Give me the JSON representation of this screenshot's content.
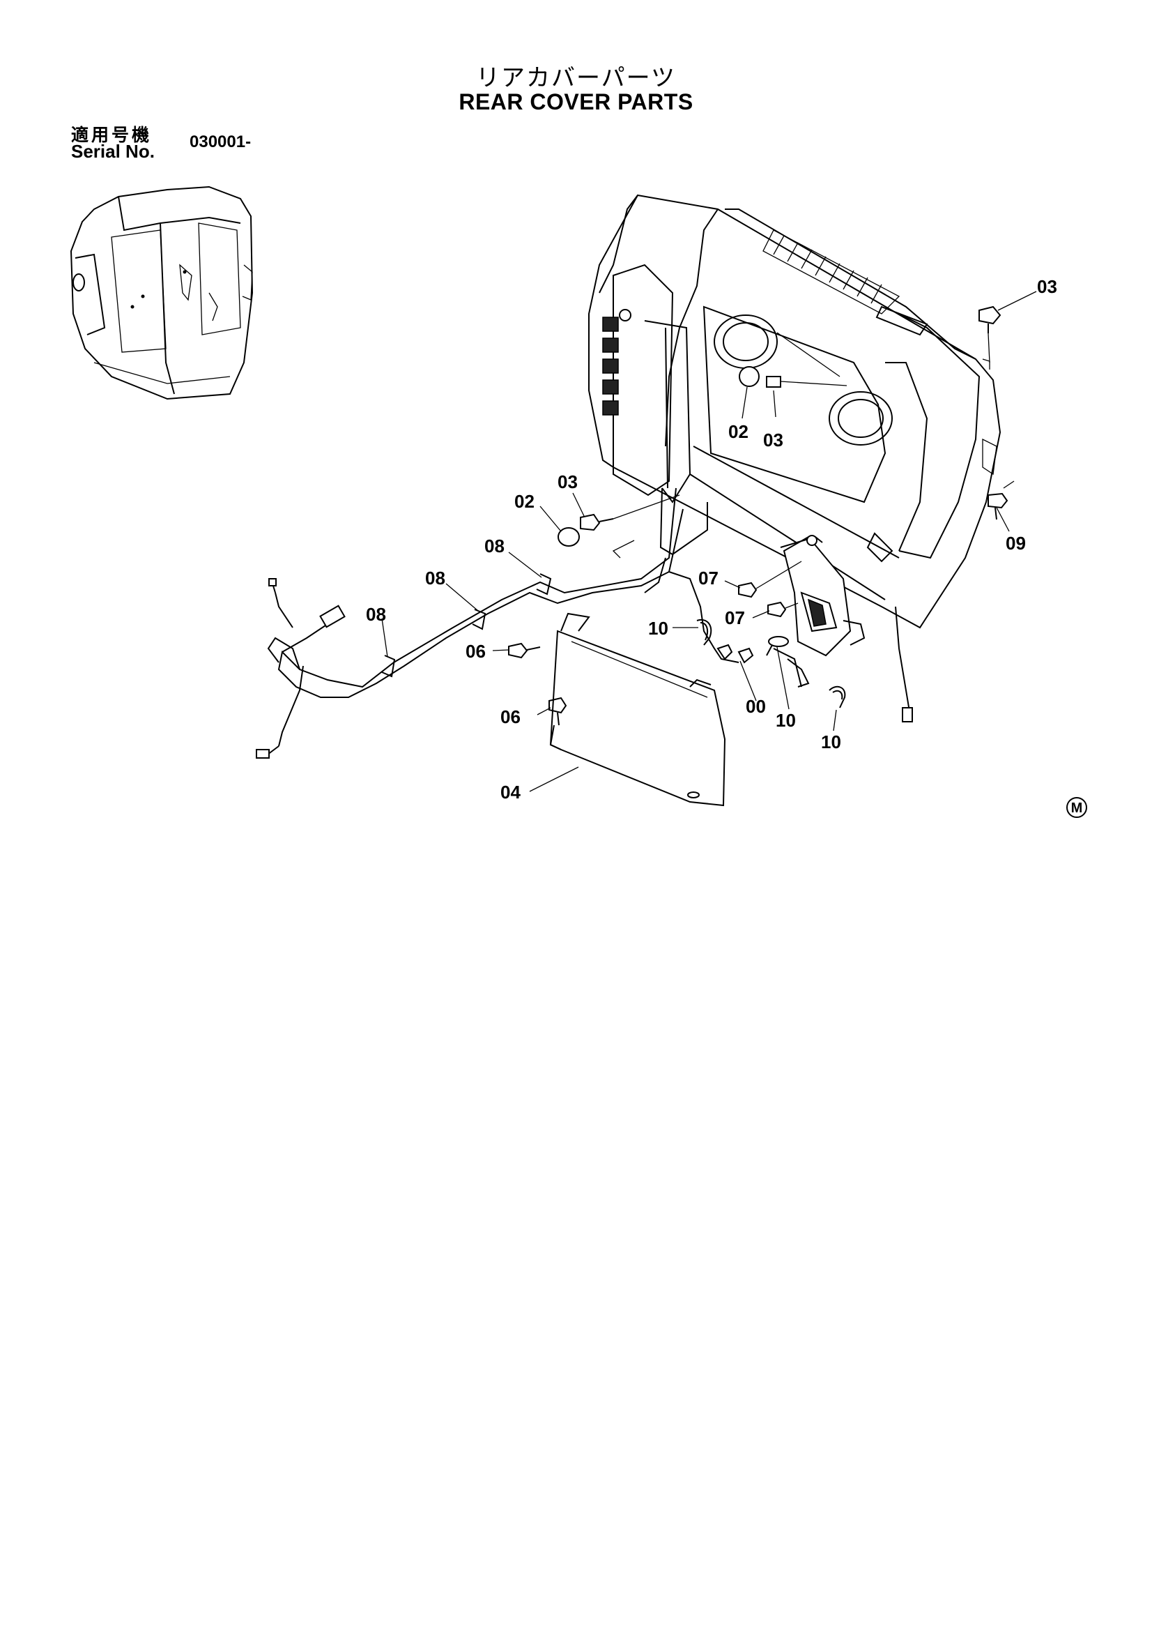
{
  "header": {
    "title_jp": "リアカバーパーツ",
    "title_en": "REAR COVER  PARTS",
    "serial_label_jp": "適用号機",
    "serial_label_en": "Serial No.",
    "serial_value": "030001-"
  },
  "callouts": [
    {
      "id": "c1",
      "text": "03"
    },
    {
      "id": "c2",
      "text": "02"
    },
    {
      "id": "c3",
      "text": "03"
    },
    {
      "id": "c4",
      "text": "03"
    },
    {
      "id": "c5",
      "text": "02"
    },
    {
      "id": "c6",
      "text": "08"
    },
    {
      "id": "c7",
      "text": "08"
    },
    {
      "id": "c8",
      "text": "08"
    },
    {
      "id": "c9",
      "text": "09"
    },
    {
      "id": "c10",
      "text": "07"
    },
    {
      "id": "c11",
      "text": "07"
    },
    {
      "id": "c12",
      "text": "10"
    },
    {
      "id": "c13",
      "text": "06"
    },
    {
      "id": "c14",
      "text": "00"
    },
    {
      "id": "c15",
      "text": "10"
    },
    {
      "id": "c16",
      "text": "06"
    },
    {
      "id": "c17",
      "text": "10"
    },
    {
      "id": "c18",
      "text": "04"
    }
  ],
  "corner_mark": "M"
}
